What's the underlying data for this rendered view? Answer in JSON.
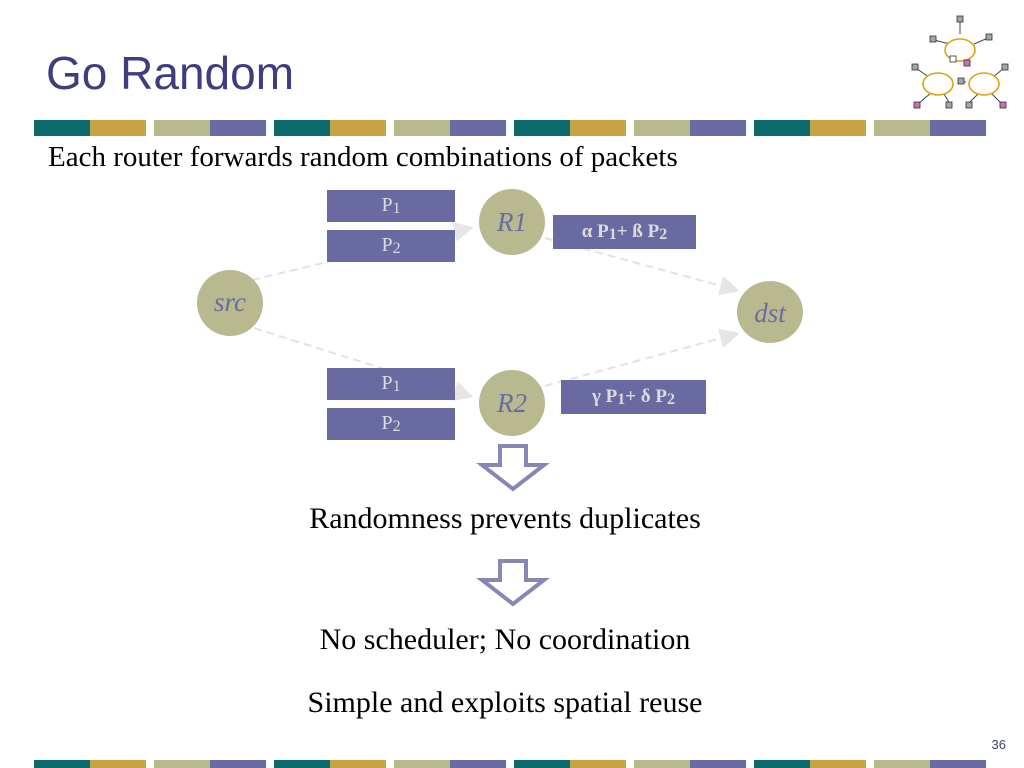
{
  "slide": {
    "title": "Go Random",
    "subtitle": "Each router forwards random combinations of packets",
    "page_number": "36"
  },
  "colors": {
    "title": "#3d3d80",
    "packet_fill": "#6a6aa2",
    "node_fill": "#b8b98e",
    "bar_teal": "#0e6b6b",
    "bar_gold": "#c9a245",
    "bar_sage": "#b8b98e",
    "bar_purple": "#6a6aa2"
  },
  "diagram": {
    "nodes": {
      "src": "src",
      "r1": "R1",
      "r2": "R2",
      "dst": "dst"
    },
    "r1_packets": [
      {
        "letter": "P",
        "sub": "1"
      },
      {
        "letter": "P",
        "sub": "2"
      }
    ],
    "r2_packets": [
      {
        "letter": "P",
        "sub": "1"
      },
      {
        "letter": "P",
        "sub": "2"
      }
    ],
    "r1_output": {
      "coef1": "α P",
      "sub1": "1",
      "mid": "+ ß P",
      "sub2": "2"
    },
    "r2_output": {
      "coef1": "γ P",
      "sub1": "1",
      "mid": "+ δ P",
      "sub2": "2"
    }
  },
  "conclusions": {
    "line1": "Randomness prevents duplicates",
    "line2": "No scheduler; No coordination",
    "line3": "Simple and exploits spatial reuse"
  },
  "icons": {
    "logo": "network-clouds-icon",
    "arrow": "hollow-down-arrow-icon"
  }
}
